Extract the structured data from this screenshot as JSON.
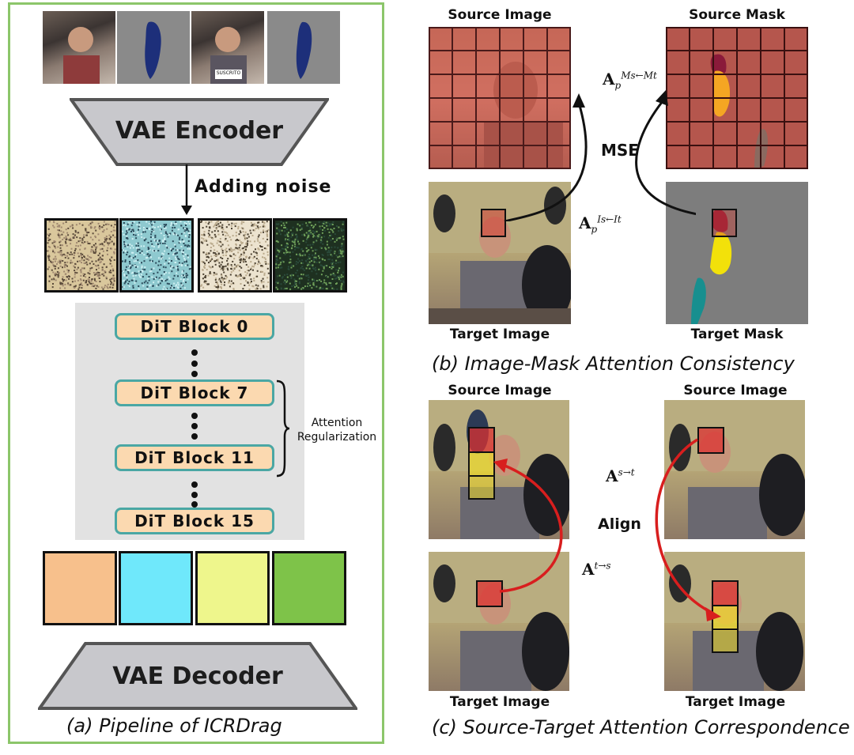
{
  "panel_a": {
    "caption": "(a) Pipeline of  ICRDrag",
    "encoder_label": "VAE Encoder",
    "decoder_label": "VAE Decoder",
    "noise_label": "Adding noise",
    "thumb_text": "SUSCRITO",
    "blocks": [
      "DiT Block 0",
      "DiT Block 7",
      "DiT Block 11",
      "DiT Block 15"
    ],
    "regularization_label_line1": "Attention",
    "regularization_label_line2": "Regularization",
    "latent_colors": [
      "#f7c08c",
      "#6fe8fb",
      "#eef68c",
      "#7ec349"
    ]
  },
  "panel_b": {
    "caption": "(b) Image-Mask Attention Consistency",
    "source_image_label": "Source Image",
    "source_mask_label": "Source Mask",
    "target_image_label": "Target Image",
    "target_mask_label": "Target Mask",
    "loss_label": "MSE",
    "attn_mask": {
      "base": "A",
      "sub": "p",
      "sup": "Ms←Mt"
    },
    "attn_image": {
      "base": "A",
      "sub": "p",
      "sup": "Is←It"
    }
  },
  "panel_c": {
    "caption": "(c) Source-Target Attention Correspondence",
    "left_source_label": "Source Image",
    "right_source_label": "Source Image",
    "left_target_label": "Target Image",
    "right_target_label": "Target Image",
    "align_label": "Align",
    "attn_ts": {
      "base": "A",
      "sup": "t→s"
    },
    "attn_st": {
      "base": "A",
      "sup": "s→t"
    }
  },
  "colors": {
    "frame_green": "#8cc66a",
    "block_fill": "#fbd9b0",
    "block_border": "#4aa7a4",
    "mask_blue": "#1d2f7a",
    "arrow_red": "#d81e1e",
    "grid_red": "#c0504d"
  }
}
